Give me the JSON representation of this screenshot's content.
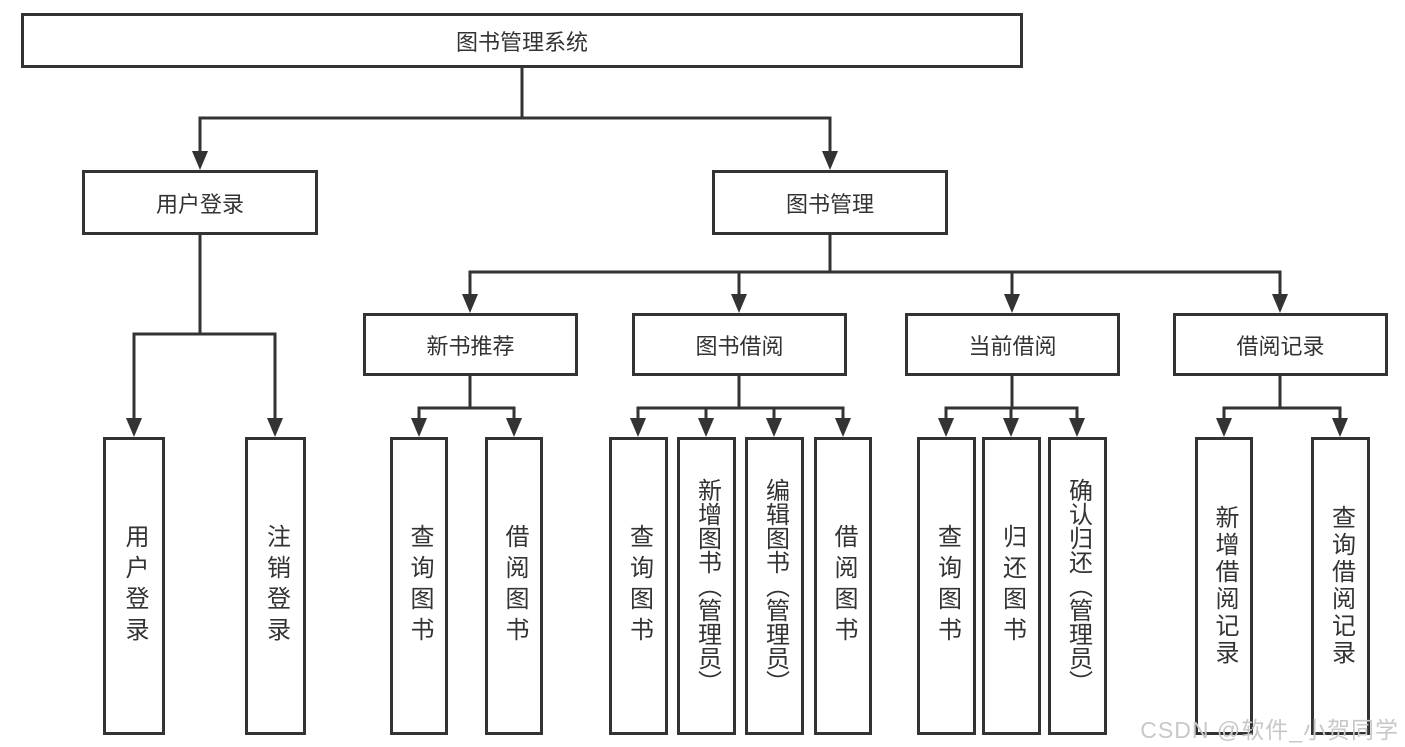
{
  "tree": {
    "label": "图书管理系统",
    "children": [
      {
        "label": "用户登录",
        "children": [
          {
            "label": "用户登录"
          },
          {
            "label": "注销登录"
          }
        ]
      },
      {
        "label": "图书管理",
        "children": [
          {
            "label": "新书推荐",
            "children": [
              {
                "label": "查询图书"
              },
              {
                "label": "借阅图书"
              }
            ]
          },
          {
            "label": "图书借阅",
            "children": [
              {
                "label": "查询图书"
              },
              {
                "label": "新增图书（管理员）"
              },
              {
                "label": "编辑图书（管理员）"
              },
              {
                "label": "借阅图书"
              }
            ]
          },
          {
            "label": "当前借阅",
            "children": [
              {
                "label": "查询图书"
              },
              {
                "label": "归还图书"
              },
              {
                "label": "确认归还（管理员）"
              }
            ]
          },
          {
            "label": "借阅记录",
            "children": [
              {
                "label": "新增借阅记录"
              },
              {
                "label": "查询借阅记录"
              }
            ]
          }
        ]
      }
    ]
  },
  "watermark": {
    "text": "CSDN @软件_小贺同学"
  },
  "colors": {
    "line": "#333333",
    "box_border": "#333333",
    "text": "#333333",
    "background": "#ffffff",
    "watermark": "#c8c8c8"
  }
}
